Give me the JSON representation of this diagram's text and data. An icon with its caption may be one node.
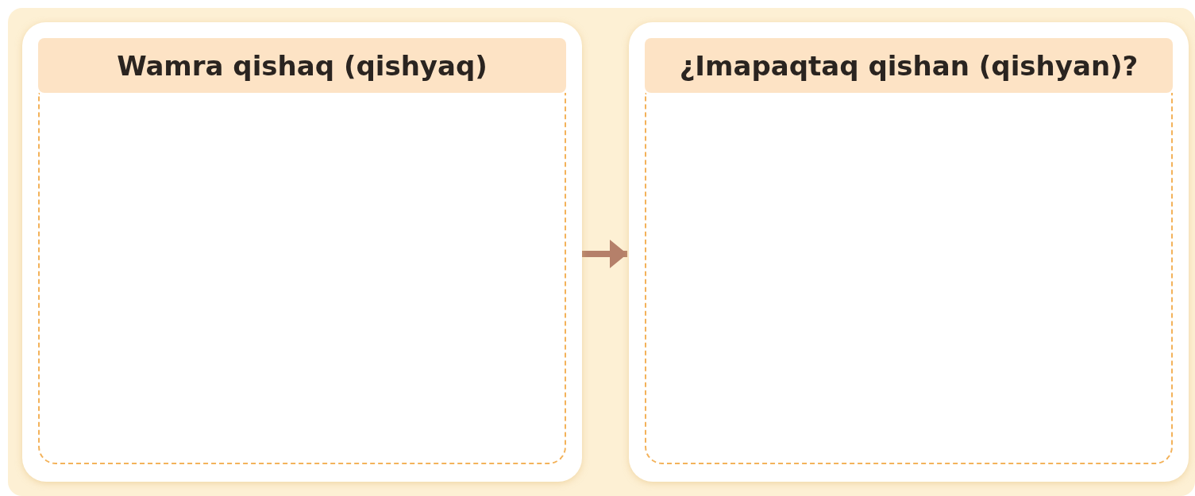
{
  "diagram": {
    "nodes": [
      {
        "text": [
          "Wamra qishaq (qishyaq)"
        ]
      },
      {
        "text": [
          "¿Imapaqtaq qishan (qishyan)?"
        ]
      }
    ],
    "edges": [
      {
        "from": 0,
        "to": 1,
        "arrow": "to"
      }
    ]
  }
}
